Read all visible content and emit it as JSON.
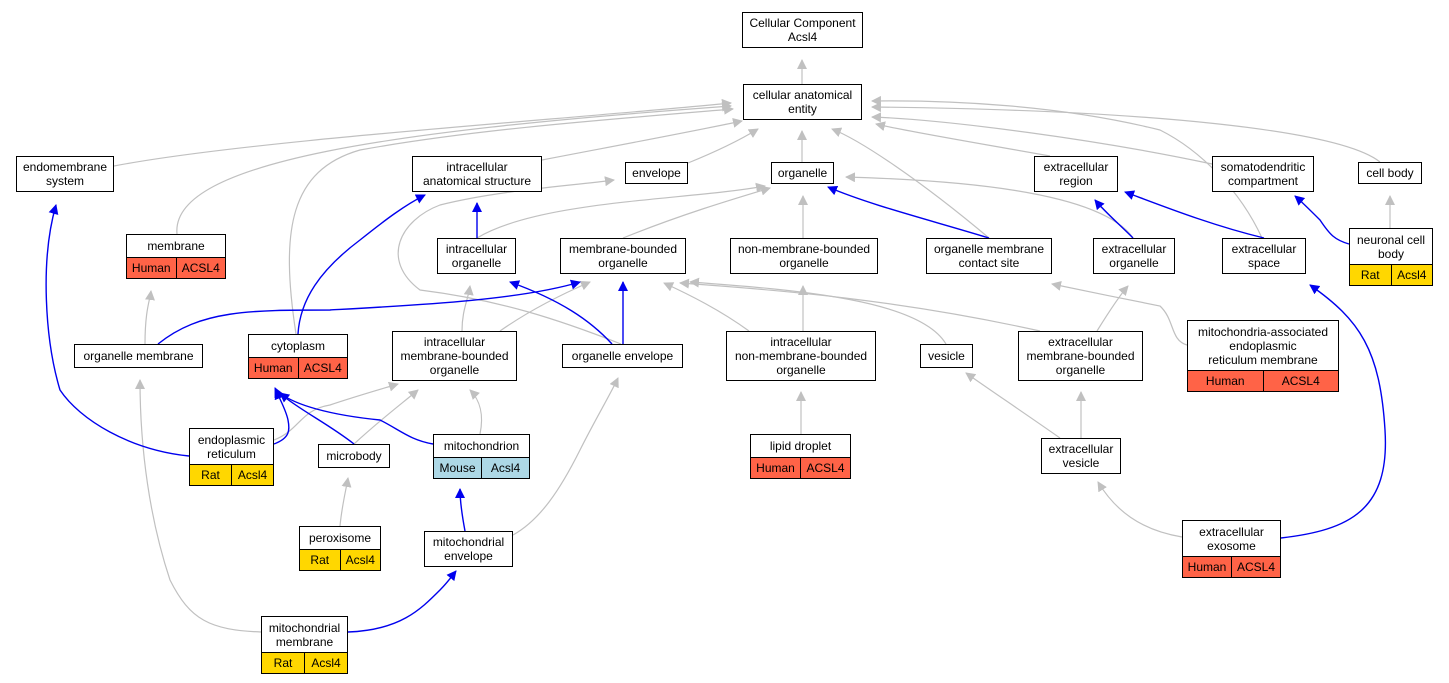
{
  "colors": {
    "human": "#ff6347",
    "rat": "#ffd700",
    "mouse": "#add8e6",
    "edge_isa": "#c0c0c0",
    "edge_partof": "#0000ee"
  },
  "nodes": [
    {
      "id": "cc",
      "label": "Cellular Component\nAcsl4"
    },
    {
      "id": "cae",
      "label": "cellular anatomical\nentity"
    },
    {
      "id": "endomembrane",
      "label": "endomembrane\nsystem"
    },
    {
      "id": "ias",
      "label": "intracellular\nanatomical structure"
    },
    {
      "id": "envelope",
      "label": "envelope"
    },
    {
      "id": "organelle",
      "label": "organelle"
    },
    {
      "id": "extracellular_region",
      "label": "extracellular\nregion"
    },
    {
      "id": "somatodendritic",
      "label": "somatodendritic\ncompartment"
    },
    {
      "id": "cell_body",
      "label": "cell body"
    },
    {
      "id": "membrane",
      "label": "membrane",
      "cells": [
        {
          "text": "Human",
          "color": "human"
        },
        {
          "text": "ACSL4",
          "color": "human"
        }
      ]
    },
    {
      "id": "intracellular_organelle",
      "label": "intracellular\norganelle"
    },
    {
      "id": "membrane_bounded",
      "label": "membrane-bounded\norganelle"
    },
    {
      "id": "non_membrane_bounded",
      "label": "non-membrane-bounded\norganelle"
    },
    {
      "id": "omcs",
      "label": "organelle membrane\ncontact site"
    },
    {
      "id": "extracellular_organelle",
      "label": "extracellular\norganelle"
    },
    {
      "id": "extracellular_space",
      "label": "extracellular\nspace"
    },
    {
      "id": "neuronal_cell_body",
      "label": "neuronal cell\nbody",
      "cells": [
        {
          "text": "Rat",
          "color": "rat"
        },
        {
          "text": "Acsl4",
          "color": "rat"
        }
      ]
    },
    {
      "id": "organelle_membrane",
      "label": "organelle membrane"
    },
    {
      "id": "cytoplasm",
      "label": "cytoplasm",
      "cells": [
        {
          "text": "Human",
          "color": "human"
        },
        {
          "text": "ACSL4",
          "color": "human"
        }
      ]
    },
    {
      "id": "imbo",
      "label": "intracellular\nmembrane-bounded\norganelle"
    },
    {
      "id": "organelle_envelope",
      "label": "organelle envelope"
    },
    {
      "id": "inmbo",
      "label": "intracellular\nnon-membrane-bounded\norganelle"
    },
    {
      "id": "vesicle",
      "label": "vesicle"
    },
    {
      "id": "embo",
      "label": "extracellular\nmembrane-bounded\norganelle"
    },
    {
      "id": "mam",
      "label": "mitochondria-associated\nendoplasmic\nreticulum membrane",
      "cells": [
        {
          "text": "Human",
          "color": "human"
        },
        {
          "text": "ACSL4",
          "color": "human"
        }
      ]
    },
    {
      "id": "er",
      "label": "endoplasmic\nreticulum",
      "cells": [
        {
          "text": "Rat",
          "color": "rat"
        },
        {
          "text": "Acsl4",
          "color": "rat"
        }
      ]
    },
    {
      "id": "microbody",
      "label": "microbody"
    },
    {
      "id": "mitochondrion",
      "label": "mitochondrion",
      "cells": [
        {
          "text": "Mouse",
          "color": "mouse"
        },
        {
          "text": "Acsl4",
          "color": "mouse"
        }
      ]
    },
    {
      "id": "lipid_droplet",
      "label": "lipid droplet",
      "cells": [
        {
          "text": "Human",
          "color": "human"
        },
        {
          "text": "ACSL4",
          "color": "human"
        }
      ]
    },
    {
      "id": "extracellular_vesicle",
      "label": "extracellular\nvesicle"
    },
    {
      "id": "peroxisome",
      "label": "peroxisome",
      "cells": [
        {
          "text": "Rat",
          "color": "rat"
        },
        {
          "text": "Acsl4",
          "color": "rat"
        }
      ]
    },
    {
      "id": "mito_envelope",
      "label": "mitochondrial\nenvelope"
    },
    {
      "id": "exosome",
      "label": "extracellular\nexosome",
      "cells": [
        {
          "text": "Human",
          "color": "human"
        },
        {
          "text": "ACSL4",
          "color": "human"
        }
      ]
    },
    {
      "id": "mito_membrane",
      "label": "mitochondrial\nmembrane",
      "cells": [
        {
          "text": "Rat",
          "color": "rat"
        },
        {
          "text": "Acsl4",
          "color": "rat"
        }
      ]
    }
  ],
  "edges": [
    {
      "from": "cae",
      "to": "cc",
      "kind": "isa"
    },
    {
      "from": "endomembrane",
      "to": "cae",
      "kind": "isa"
    },
    {
      "from": "membrane",
      "to": "cae",
      "kind": "isa"
    },
    {
      "from": "cytoplasm",
      "to": "cae",
      "kind": "isa"
    },
    {
      "from": "ias",
      "to": "cae",
      "kind": "isa"
    },
    {
      "from": "envelope",
      "to": "cae",
      "kind": "isa"
    },
    {
      "from": "organelle",
      "to": "cae",
      "kind": "isa"
    },
    {
      "from": "omcs",
      "to": "cae",
      "kind": "isa"
    },
    {
      "from": "extracellular_region",
      "to": "cae",
      "kind": "isa"
    },
    {
      "from": "somatodendritic",
      "to": "cae",
      "kind": "isa"
    },
    {
      "from": "cell_body",
      "to": "cae",
      "kind": "isa"
    },
    {
      "from": "extracellular_space",
      "to": "cae",
      "kind": "isa"
    },
    {
      "from": "intracellular_organelle",
      "to": "organelle",
      "kind": "isa"
    },
    {
      "from": "membrane_bounded",
      "to": "organelle",
      "kind": "isa"
    },
    {
      "from": "non_membrane_bounded",
      "to": "organelle",
      "kind": "isa"
    },
    {
      "from": "extracellular_organelle",
      "to": "organelle",
      "kind": "isa"
    },
    {
      "from": "organelle_envelope",
      "to": "envelope",
      "kind": "isa"
    },
    {
      "from": "neuronal_cell_body",
      "to": "cell_body",
      "kind": "isa"
    },
    {
      "from": "organelle_membrane",
      "to": "membrane",
      "kind": "isa"
    },
    {
      "from": "imbo",
      "to": "intracellular_organelle",
      "kind": "isa"
    },
    {
      "from": "imbo",
      "to": "membrane_bounded",
      "kind": "isa"
    },
    {
      "from": "inmbo",
      "to": "non_membrane_bounded",
      "kind": "isa"
    },
    {
      "from": "inmbo",
      "to": "membrane_bounded",
      "kind": "isa"
    },
    {
      "from": "vesicle",
      "to": "membrane_bounded",
      "kind": "isa"
    },
    {
      "from": "embo",
      "to": "membrane_bounded",
      "kind": "isa"
    },
    {
      "from": "embo",
      "to": "extracellular_organelle",
      "kind": "isa"
    },
    {
      "from": "mam",
      "to": "omcs",
      "kind": "isa"
    },
    {
      "from": "er",
      "to": "imbo",
      "kind": "isa"
    },
    {
      "from": "microbody",
      "to": "imbo",
      "kind": "isa"
    },
    {
      "from": "mitochondrion",
      "to": "imbo",
      "kind": "isa"
    },
    {
      "from": "lipid_droplet",
      "to": "inmbo",
      "kind": "isa"
    },
    {
      "from": "extracellular_vesicle",
      "to": "vesicle",
      "kind": "isa"
    },
    {
      "from": "extracellular_vesicle",
      "to": "embo",
      "kind": "isa"
    },
    {
      "from": "peroxisome",
      "to": "microbody",
      "kind": "isa"
    },
    {
      "from": "mito_envelope",
      "to": "organelle_envelope",
      "kind": "isa"
    },
    {
      "from": "exosome",
      "to": "extracellular_vesicle",
      "kind": "isa"
    },
    {
      "from": "mito_membrane",
      "to": "organelle_membrane",
      "kind": "isa"
    },
    {
      "from": "er",
      "to": "endomembrane",
      "kind": "partof"
    },
    {
      "from": "cytoplasm",
      "to": "ias",
      "kind": "partof"
    },
    {
      "from": "intracellular_organelle",
      "to": "ias",
      "kind": "partof"
    },
    {
      "from": "omcs",
      "to": "organelle",
      "kind": "partof"
    },
    {
      "from": "extracellular_organelle",
      "to": "extracellular_region",
      "kind": "partof"
    },
    {
      "from": "extracellular_space",
      "to": "extracellular_region",
      "kind": "partof"
    },
    {
      "from": "neuronal_cell_body",
      "to": "somatodendritic",
      "kind": "partof"
    },
    {
      "from": "organelle_membrane",
      "to": "membrane_bounded",
      "kind": "partof"
    },
    {
      "from": "organelle_envelope",
      "to": "intracellular_organelle",
      "kind": "partof"
    },
    {
      "from": "organelle_envelope",
      "to": "membrane_bounded",
      "kind": "partof"
    },
    {
      "from": "er",
      "to": "cytoplasm",
      "kind": "partof"
    },
    {
      "from": "microbody",
      "to": "cytoplasm",
      "kind": "partof"
    },
    {
      "from": "mitochondrion",
      "to": "cytoplasm",
      "kind": "partof"
    },
    {
      "from": "mito_envelope",
      "to": "mitochondrion",
      "kind": "partof"
    },
    {
      "from": "mito_membrane",
      "to": "mito_envelope",
      "kind": "partof"
    },
    {
      "from": "exosome",
      "to": "extracellular_space",
      "kind": "partof"
    }
  ]
}
